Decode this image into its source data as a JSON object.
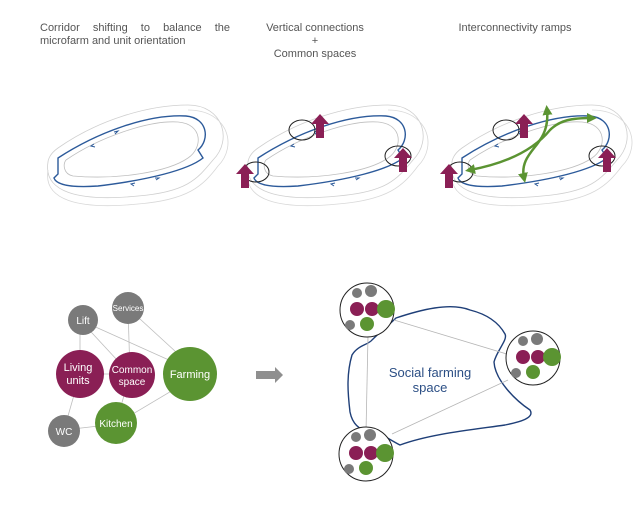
{
  "captions": {
    "corridor": "Corridor shifting to balance the microfarm and unit orientation",
    "vertical_line1": "Vertical connections",
    "vertical_plus": "+",
    "vertical_line2": "Common spaces",
    "ramps": "Interconnectivity ramps"
  },
  "colors": {
    "corridor_blue": "#2c5a9a",
    "plum": "#8a1f55",
    "green": "#5b9432",
    "grey": "#7a7a7a",
    "outline_grey": "#c8c8c8",
    "social_blue": "#1f3f78"
  },
  "bubble_diagram": {
    "nodes": {
      "lift": "Lift",
      "services": "Services",
      "living_line1": "Living",
      "living_line2": "units",
      "common_line1": "Common",
      "common_line2": "space",
      "farming": "Farming",
      "kitchen": "Kitchen",
      "wc": "WC"
    }
  },
  "social": {
    "label_line1": "Social farming",
    "label_line2": "space"
  }
}
